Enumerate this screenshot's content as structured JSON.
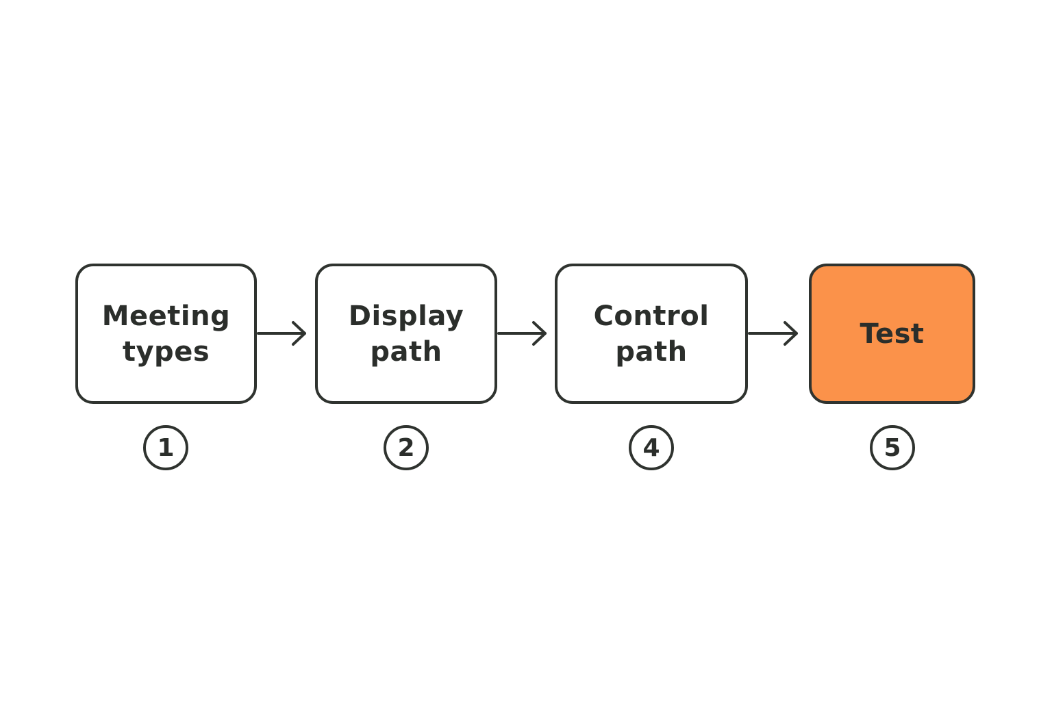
{
  "steps": [
    {
      "label": "Meeting\ntypes",
      "number": "1"
    },
    {
      "label": "Display\npath",
      "number": "2"
    },
    {
      "label": "Control\npath",
      "number": "4"
    },
    {
      "label": "Test",
      "number": "5"
    }
  ],
  "colors": {
    "stroke": "#2f332f",
    "text": "#2b2e2b",
    "highlight": "#fb924a",
    "background": "#ffffff"
  }
}
